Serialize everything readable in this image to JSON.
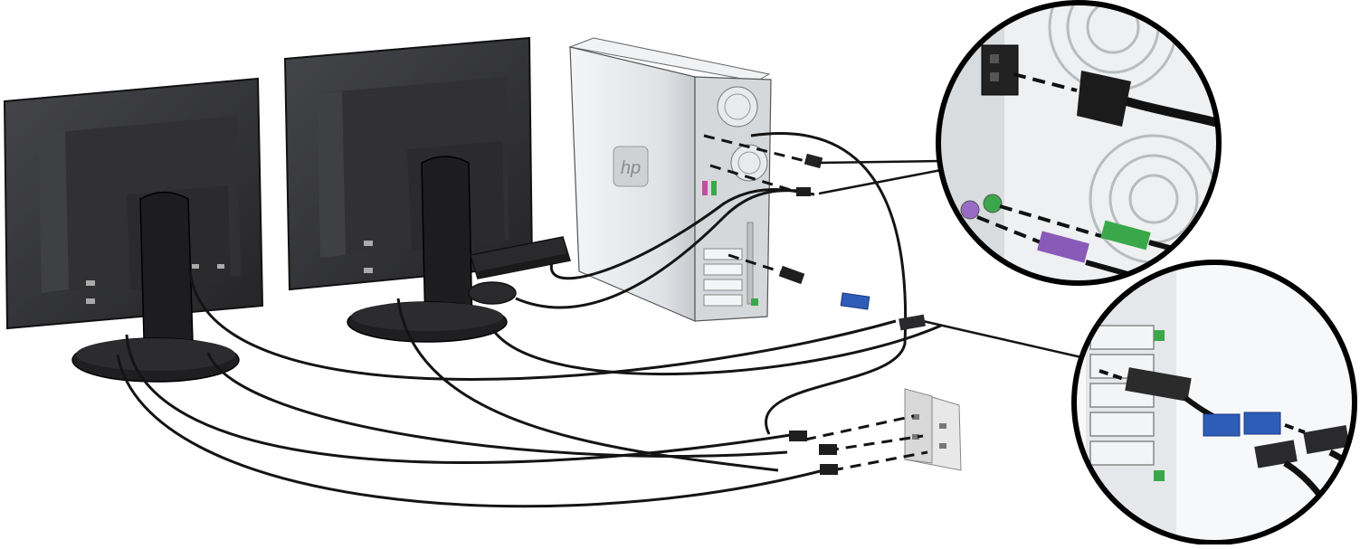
{
  "diagram": {
    "brand_mark": "hp",
    "colors": {
      "background": "#ffffff",
      "monitor_body": "#2a2a2c",
      "monitor_panel": "#3b3b3e",
      "stand": "#222224",
      "tower": "#e6e8ea",
      "tower_shade": "#c9ccd0",
      "cable": "#1a1a1a",
      "vga_connector": "#2e5db8",
      "ps2_mouse": "#2fa84a",
      "ps2_keyboard": "#8a5ab8",
      "wall_plate": "#e4e4e4",
      "callout_ring": "#000000"
    },
    "components": [
      "left-monitor",
      "right-monitor",
      "tower-computer",
      "keyboard",
      "mouse",
      "wall-outlet",
      "callout-power-ps2",
      "callout-video"
    ]
  }
}
